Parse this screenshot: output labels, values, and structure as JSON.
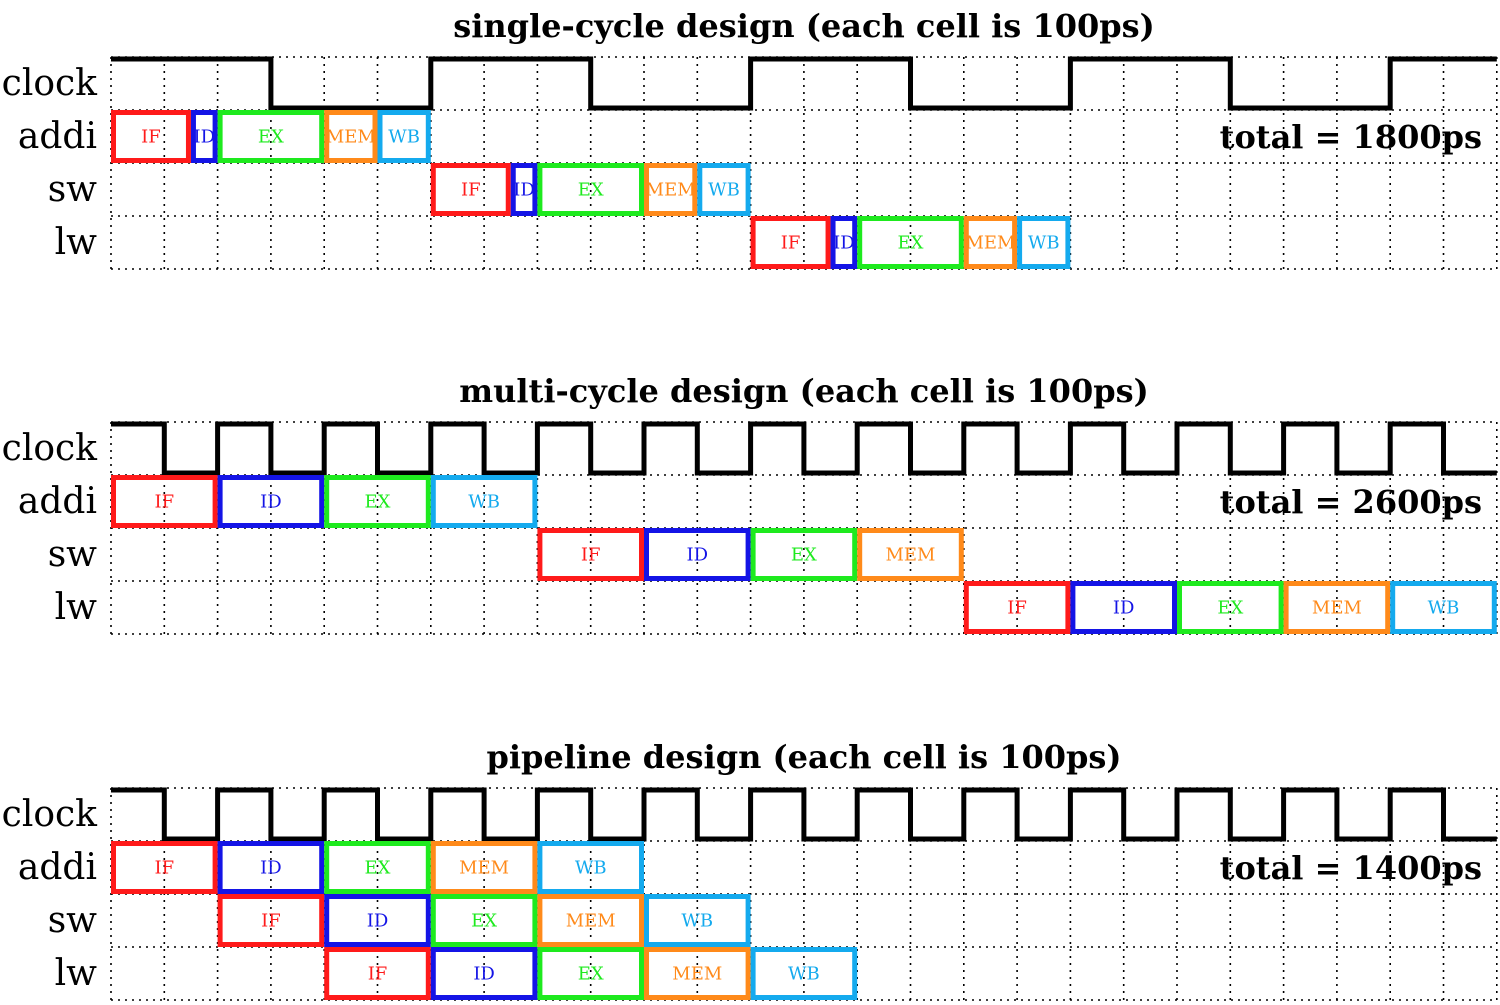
{
  "colors": {
    "IF": "#ff1a1a",
    "ID": "#1414e6",
    "EX": "#1eea1e",
    "MEM": "#ff8a1a",
    "WB": "#14aaee",
    "clock": "#000000",
    "grid": "#000000"
  },
  "panels": [
    {
      "title": "single-cycle design (each cell is 100ps)",
      "total": "total = 1800ps",
      "clock_label": "clock",
      "clock_pattern": [
        1,
        1,
        1,
        0,
        0,
        0,
        1,
        1,
        1,
        0,
        0,
        0,
        1,
        1,
        1,
        0,
        0,
        0,
        1,
        1,
        1,
        0,
        0,
        0,
        1,
        1
      ],
      "rows": [
        {
          "label": "addi",
          "stages": [
            {
              "name": "IF",
              "start": 0,
              "duration": 1.5
            },
            {
              "name": "ID",
              "start": 1.5,
              "duration": 0.5
            },
            {
              "name": "EX",
              "start": 2,
              "duration": 2
            },
            {
              "name": "MEM",
              "start": 4,
              "duration": 1
            },
            {
              "name": "WB",
              "start": 5,
              "duration": 1
            }
          ]
        },
        {
          "label": "sw",
          "stages": [
            {
              "name": "IF",
              "start": 6,
              "duration": 1.5
            },
            {
              "name": "ID",
              "start": 7.5,
              "duration": 0.5
            },
            {
              "name": "EX",
              "start": 8,
              "duration": 2
            },
            {
              "name": "MEM",
              "start": 10,
              "duration": 1
            },
            {
              "name": "WB",
              "start": 11,
              "duration": 1
            }
          ]
        },
        {
          "label": "lw",
          "stages": [
            {
              "name": "IF",
              "start": 12,
              "duration": 1.5
            },
            {
              "name": "ID",
              "start": 13.5,
              "duration": 0.5
            },
            {
              "name": "EX",
              "start": 14,
              "duration": 2
            },
            {
              "name": "MEM",
              "start": 16,
              "duration": 1
            },
            {
              "name": "WB",
              "start": 17,
              "duration": 1
            }
          ]
        }
      ]
    },
    {
      "title": "multi-cycle design (each cell is 100ps)",
      "total": "total = 2600ps",
      "clock_label": "clock",
      "clock_pattern": [
        1,
        0,
        1,
        0,
        1,
        0,
        1,
        0,
        1,
        0,
        1,
        0,
        1,
        0,
        1,
        0,
        1,
        0,
        1,
        0,
        1,
        0,
        1,
        0,
        1,
        0
      ],
      "rows": [
        {
          "label": "addi",
          "stages": [
            {
              "name": "IF",
              "start": 0,
              "duration": 2
            },
            {
              "name": "ID",
              "start": 2,
              "duration": 2
            },
            {
              "name": "EX",
              "start": 4,
              "duration": 2
            },
            {
              "name": "WB",
              "start": 6,
              "duration": 2
            }
          ]
        },
        {
          "label": "sw",
          "stages": [
            {
              "name": "IF",
              "start": 8,
              "duration": 2
            },
            {
              "name": "ID",
              "start": 10,
              "duration": 2
            },
            {
              "name": "EX",
              "start": 12,
              "duration": 2
            },
            {
              "name": "MEM",
              "start": 14,
              "duration": 2
            }
          ]
        },
        {
          "label": "lw",
          "stages": [
            {
              "name": "IF",
              "start": 16,
              "duration": 2
            },
            {
              "name": "ID",
              "start": 18,
              "duration": 2
            },
            {
              "name": "EX",
              "start": 20,
              "duration": 2
            },
            {
              "name": "MEM",
              "start": 22,
              "duration": 2
            },
            {
              "name": "WB",
              "start": 24,
              "duration": 2
            }
          ]
        }
      ]
    },
    {
      "title": "pipeline design (each cell is 100ps)",
      "total": "total = 1400ps",
      "clock_label": "clock",
      "clock_pattern": [
        1,
        0,
        1,
        0,
        1,
        0,
        1,
        0,
        1,
        0,
        1,
        0,
        1,
        0,
        1,
        0,
        1,
        0,
        1,
        0,
        1,
        0,
        1,
        0,
        1,
        0
      ],
      "rows": [
        {
          "label": "addi",
          "stages": [
            {
              "name": "IF",
              "start": 0,
              "duration": 2
            },
            {
              "name": "ID",
              "start": 2,
              "duration": 2
            },
            {
              "name": "EX",
              "start": 4,
              "duration": 2
            },
            {
              "name": "MEM",
              "start": 6,
              "duration": 2
            },
            {
              "name": "WB",
              "start": 8,
              "duration": 2
            }
          ]
        },
        {
          "label": "sw",
          "stages": [
            {
              "name": "IF",
              "start": 2,
              "duration": 2
            },
            {
              "name": "ID",
              "start": 4,
              "duration": 2
            },
            {
              "name": "EX",
              "start": 6,
              "duration": 2
            },
            {
              "name": "MEM",
              "start": 8,
              "duration": 2
            },
            {
              "name": "WB",
              "start": 10,
              "duration": 2
            }
          ]
        },
        {
          "label": "lw",
          "stages": [
            {
              "name": "IF",
              "start": 4,
              "duration": 2
            },
            {
              "name": "ID",
              "start": 6,
              "duration": 2
            },
            {
              "name": "EX",
              "start": 8,
              "duration": 2
            },
            {
              "name": "MEM",
              "start": 10,
              "duration": 2
            },
            {
              "name": "WB",
              "start": 12,
              "duration": 2
            }
          ]
        }
      ]
    }
  ]
}
